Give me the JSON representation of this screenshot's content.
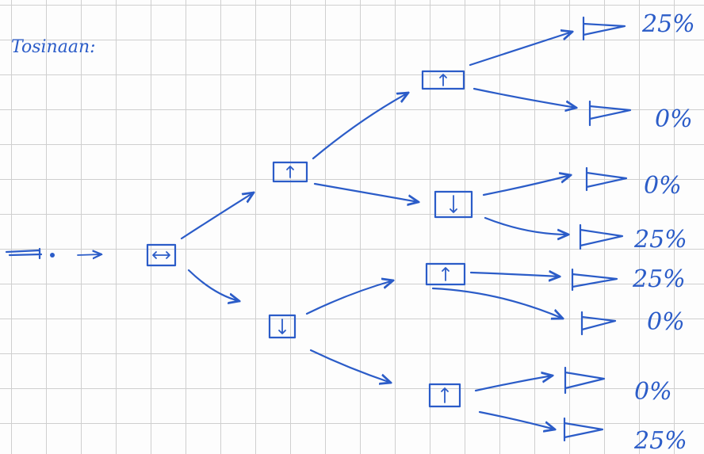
{
  "title": "Tosinaan:",
  "outcomes": [
    "25%",
    "0%",
    "0%",
    "25%",
    "25%",
    "0%",
    "0%",
    "25%"
  ],
  "ink_color": "#2b5cc8",
  "state_icons": {
    "root": "horizontal-double-arrow",
    "level1": [
      "vertical-arrow-up",
      "vertical-arrow-down"
    ],
    "level2": [
      "vertical-arrow-up",
      "vertical-arrow-down",
      "vertical-arrow-up",
      "vertical-arrow-up"
    ],
    "leaves": "triangle-flag"
  }
}
